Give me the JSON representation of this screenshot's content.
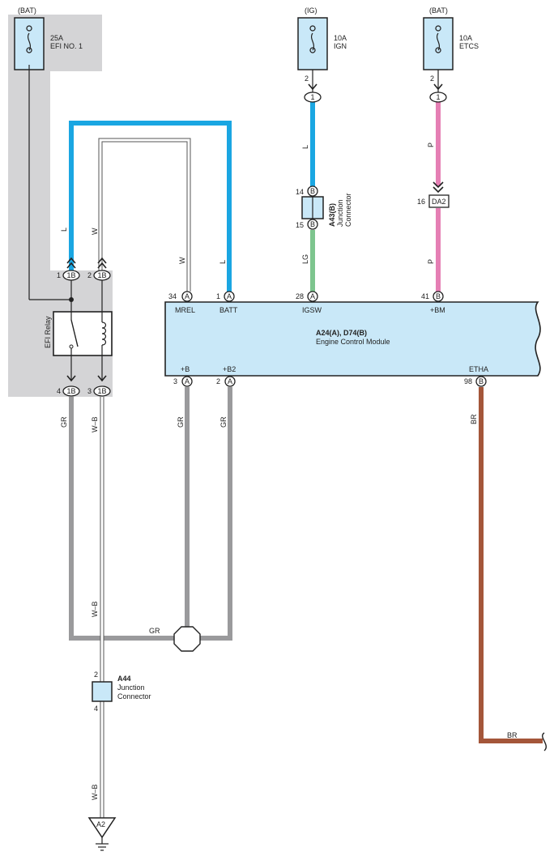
{
  "colors": {
    "blue": "#1aa6e2",
    "pink": "#e57fb4",
    "green": "#7dc58e",
    "gray": "#9a9a9c",
    "brown": "#a4563a",
    "shade": "#d4d4d6",
    "ecm_fill": "#c9e8f8"
  },
  "power": {
    "bat1": "(BAT)",
    "ig": "(IG)",
    "bat2": "(BAT)"
  },
  "fuses": {
    "efi_amp": "25A",
    "efi_name": "EFI NO. 1",
    "ign_amp": "10A",
    "ign_name": "IGN",
    "etcs_amp": "10A",
    "etcs_name": "ETCS"
  },
  "relay": {
    "name": "EFI Relay"
  },
  "ecm": {
    "code": "A24(A), D74(B)",
    "name": "Engine Control Module",
    "terminals": {
      "mrel": "MREL",
      "batt": "BATT",
      "igsw": "IGSW",
      "bm": "+BM",
      "b": "+B",
      "b2": "+B2",
      "etha": "ETHA"
    }
  },
  "connectors": {
    "a43_code": "A43(B)",
    "a43_l1": "Junction",
    "a43_l2": "Connector",
    "a44_code": "A44",
    "a44_l1": "Junction",
    "a44_l2": "Connector",
    "da2": "DA2",
    "ground": "A2"
  },
  "wires": {
    "l": "L",
    "w": "W",
    "lg": "LG",
    "p": "P",
    "gr": "GR",
    "wb": "W–B",
    "br": "BR"
  },
  "pins": {
    "n1": "1",
    "n2": "2",
    "n3": "3",
    "n4": "4",
    "n14": "14",
    "n15": "15",
    "n16": "16",
    "n28": "28",
    "n34": "34",
    "n41": "41",
    "n98": "98",
    "c1b": "1B",
    "ca": "A",
    "cb": "B"
  }
}
